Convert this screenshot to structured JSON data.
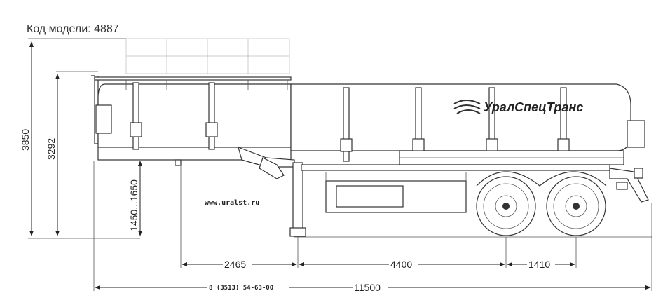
{
  "model_code": "Код модели: 4887",
  "brand": "УралСпецТранс",
  "website": "www.uralst.ru",
  "phone": "8 (3513) 54-63-00",
  "dimensions": {
    "total_height": "3850",
    "body_height": "3292",
    "coupling_height": "1450...1650",
    "kingpin_to_leg": "2465",
    "leg_to_axle": "4400",
    "axle_spacing": "1410",
    "total_length": "11500"
  }
}
